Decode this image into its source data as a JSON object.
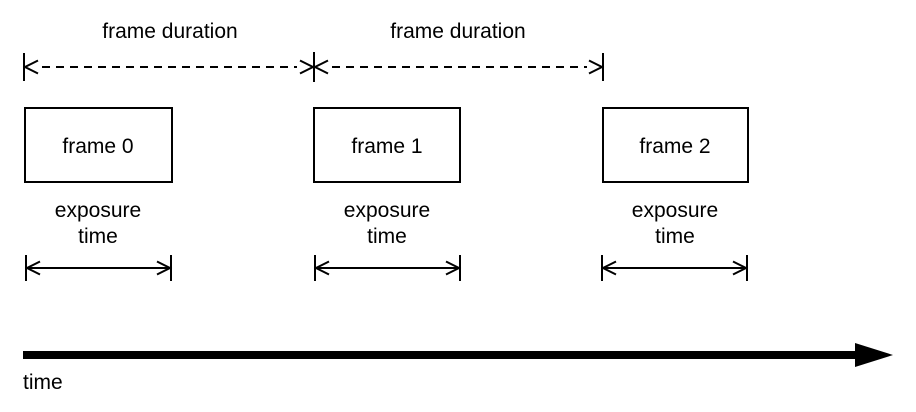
{
  "page": {
    "colors": {
      "ink": "#000000",
      "background": "#ffffff"
    }
  },
  "diagram": {
    "frame_duration_arrows": [
      {
        "label": "frame duration"
      },
      {
        "label": "frame duration"
      }
    ],
    "frames": [
      {
        "label": "frame 0",
        "exposure_label_line1": "exposure",
        "exposure_label_line2": "time"
      },
      {
        "label": "frame 1",
        "exposure_label_line1": "exposure",
        "exposure_label_line2": "time"
      },
      {
        "label": "frame 2",
        "exposure_label_line1": "exposure",
        "exposure_label_line2": "time"
      }
    ],
    "time_axis": {
      "label": "time"
    }
  }
}
